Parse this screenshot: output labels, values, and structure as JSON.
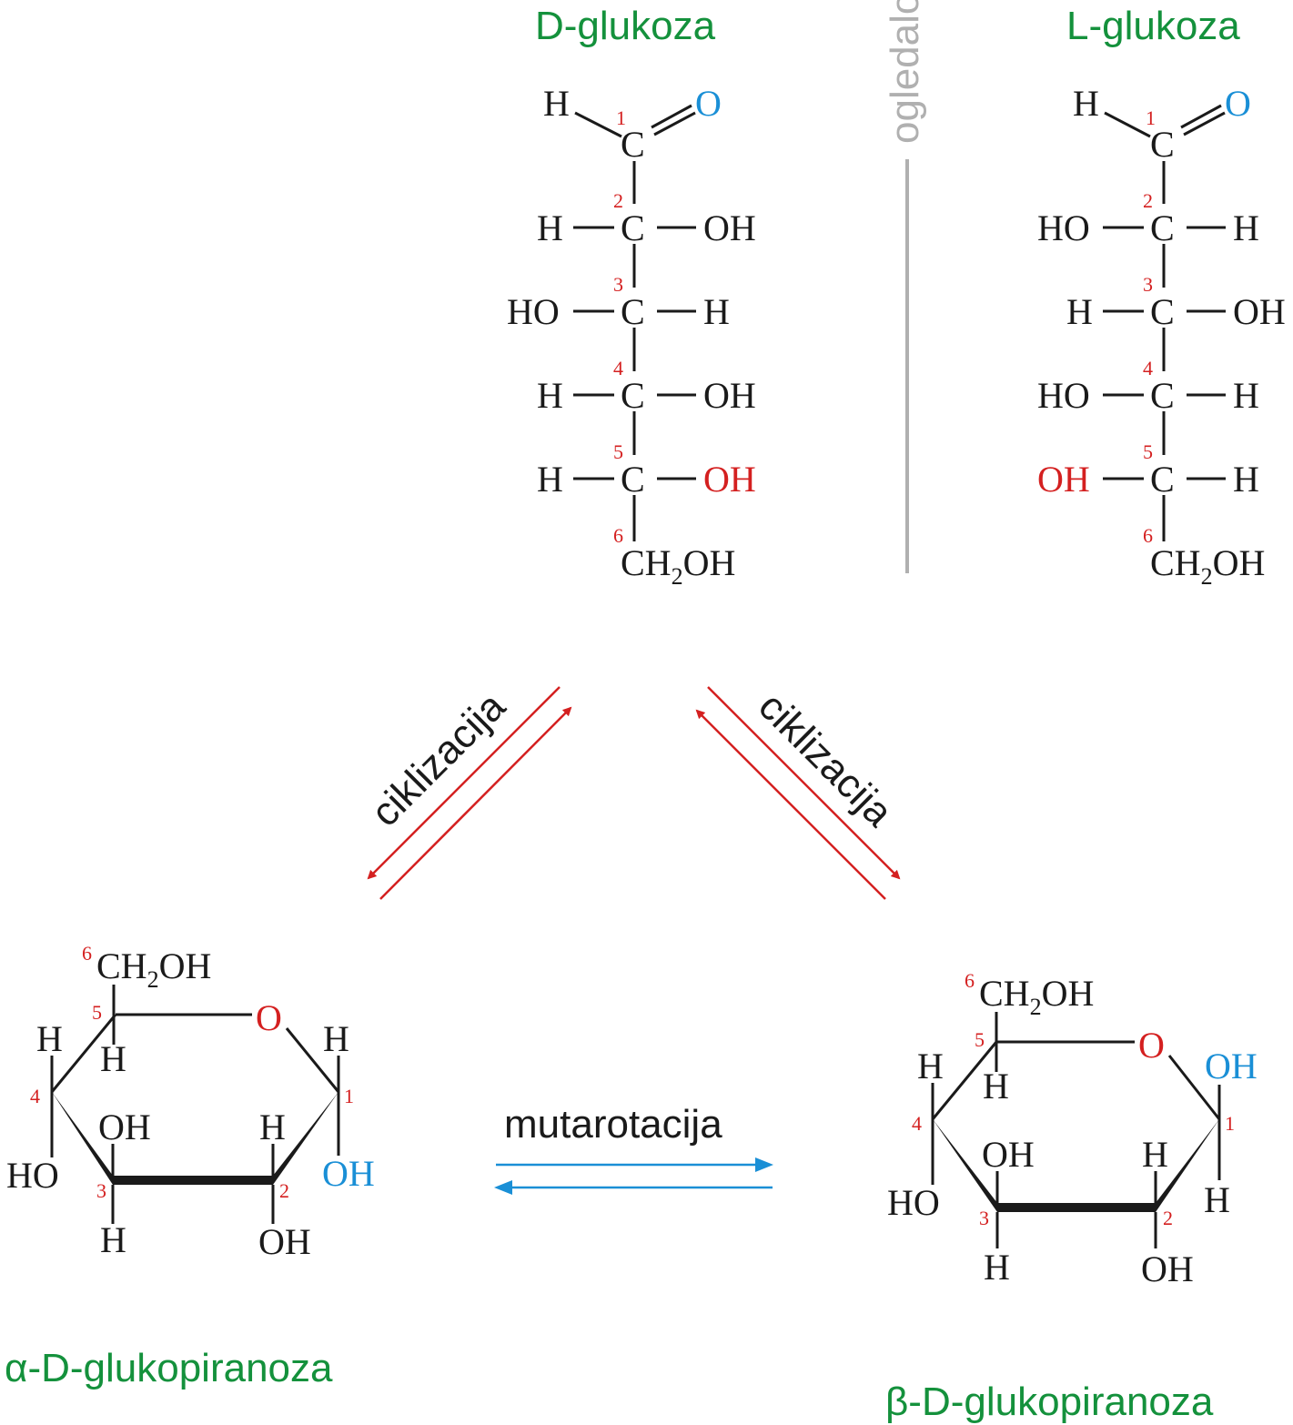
{
  "colors": {
    "green": "#14913c",
    "red": "#d42020",
    "blue": "#1a8fd6",
    "black": "#1a1a1a",
    "grey": "#b0b0b0"
  },
  "titles": {
    "d_glucose": "D-glukoza",
    "l_glucose": "L-glukoza",
    "mirror": "ogledalo",
    "alpha": "α-D-glukopiranoza",
    "beta": "β-D-glukopiranoza"
  },
  "arrows": {
    "cyclization_left": "ciklizacija",
    "cyclization_right": "ciklizacija",
    "mutarotation": "mutarotacija"
  },
  "atoms": {
    "H": "H",
    "C": "C",
    "O": "O",
    "OH": "OH",
    "HO": "HO",
    "CH2": "CH",
    "sub2": "2",
    "OH_tail": "OH"
  },
  "numbers": [
    "1",
    "2",
    "3",
    "4",
    "5",
    "6"
  ]
}
